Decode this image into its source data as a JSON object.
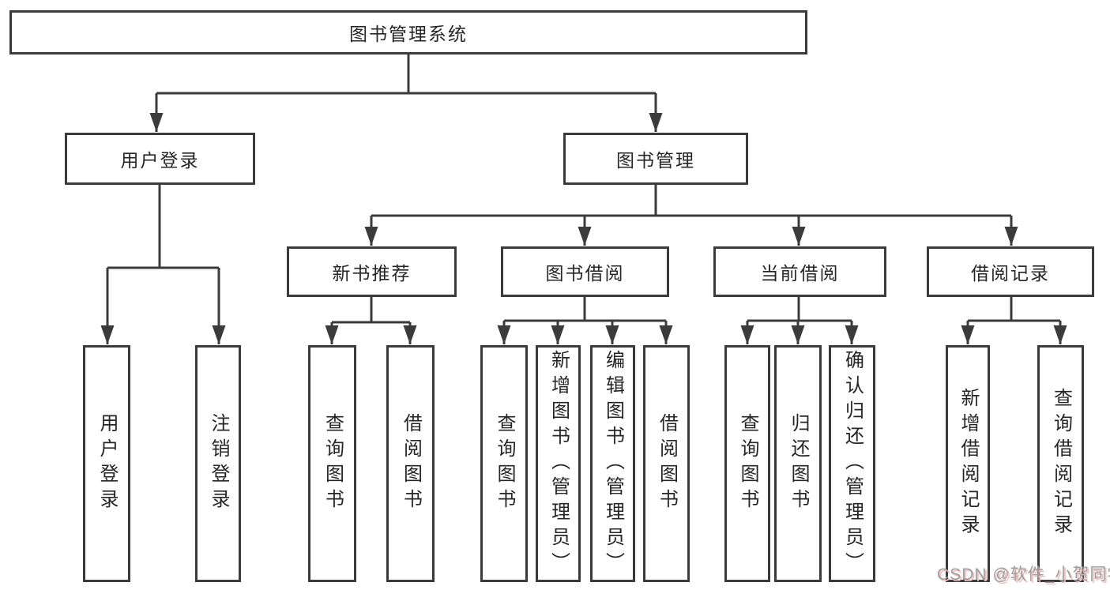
{
  "diagram": {
    "type": "hierarchy-tree",
    "watermark": "CSDN @软件_小贺同学",
    "colors": {
      "line": "#3b3b3b",
      "box_border": "#3b3b3b",
      "text": "#262626",
      "background": "#ffffff",
      "watermark": "#9e9e9e",
      "watermark_shadow": "#f4bcbc"
    },
    "nodes": {
      "root": {
        "label": "图书管理系统"
      },
      "user_login": {
        "label": "用户登录"
      },
      "book_mgmt": {
        "label": "图书管理"
      },
      "new_book_rec": {
        "label": "新书推荐"
      },
      "book_borrow": {
        "label": "图书借阅"
      },
      "current_borrow": {
        "label": "当前借阅"
      },
      "borrow_records": {
        "label": "借阅记录"
      },
      "user_login_leaf": {
        "label": "用户登录"
      },
      "logout_leaf": {
        "label": "注销登录"
      },
      "rec_query_book": {
        "label": "查询图书"
      },
      "rec_borrow_book": {
        "label": "借阅图书"
      },
      "bb_query_book": {
        "label": "查询图书"
      },
      "bb_add_book": {
        "label": "新增图书（管理员）"
      },
      "bb_edit_book": {
        "label": "编辑图书（管理员）"
      },
      "bb_borrow_book": {
        "label": "借阅图书"
      },
      "cb_query_book": {
        "label": "查询图书"
      },
      "cb_return_book": {
        "label": "归还图书"
      },
      "cb_confirm_return": {
        "label": "确认归还（管理员）"
      },
      "br_add_record": {
        "label": "新增借阅记录"
      },
      "br_query_record": {
        "label": "查询借阅记录"
      }
    },
    "edges": [
      [
        "root",
        "user_login"
      ],
      [
        "root",
        "book_mgmt"
      ],
      [
        "user_login",
        "user_login_leaf"
      ],
      [
        "user_login",
        "logout_leaf"
      ],
      [
        "book_mgmt",
        "new_book_rec"
      ],
      [
        "book_mgmt",
        "book_borrow"
      ],
      [
        "book_mgmt",
        "current_borrow"
      ],
      [
        "book_mgmt",
        "borrow_records"
      ],
      [
        "new_book_rec",
        "rec_query_book"
      ],
      [
        "new_book_rec",
        "rec_borrow_book"
      ],
      [
        "book_borrow",
        "bb_query_book"
      ],
      [
        "book_borrow",
        "bb_add_book"
      ],
      [
        "book_borrow",
        "bb_edit_book"
      ],
      [
        "book_borrow",
        "bb_borrow_book"
      ],
      [
        "current_borrow",
        "cb_query_book"
      ],
      [
        "current_borrow",
        "cb_return_book"
      ],
      [
        "current_borrow",
        "cb_confirm_return"
      ],
      [
        "borrow_records",
        "br_add_record"
      ],
      [
        "borrow_records",
        "br_query_record"
      ]
    ]
  }
}
